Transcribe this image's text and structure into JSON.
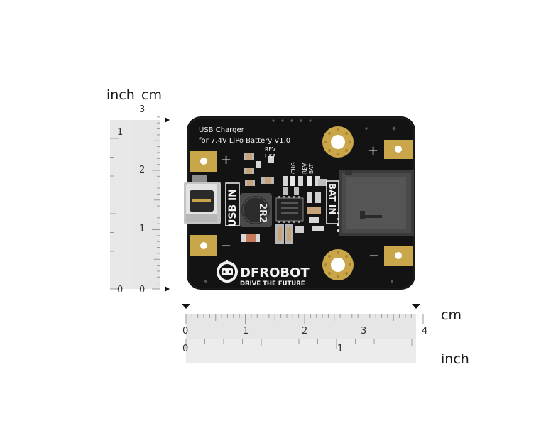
{
  "ruler_vertical": {
    "unit_left": "inch",
    "unit_right": "cm",
    "inch_ticks": [
      "1",
      "0"
    ],
    "cm_ticks": [
      "3",
      "2",
      "1",
      "0"
    ]
  },
  "ruler_horizontal": {
    "unit_top": "cm",
    "unit_bottom": "inch",
    "cm_ticks": [
      "0",
      "1",
      "2",
      "3",
      "4"
    ],
    "inch_ticks": [
      "0",
      "1"
    ]
  },
  "board": {
    "title_line1": "USB Charger",
    "title_line2": "for 7.4V LiPo Battery V1.0",
    "rev_usb_1": "REV",
    "rev_usb_2": "USB",
    "chg": "CHG",
    "rev_bat_1": "REV",
    "rev_bat_2": "BAT",
    "voltage": "7.4V",
    "bat_in": "BAT IN",
    "usb_in": "USB IN",
    "inductor": "2R2",
    "plus": "+",
    "minus": "−",
    "brand": "DFROBOT",
    "tagline": "DRIVE THE FUTURE"
  },
  "colors": {
    "pcb": "#131313",
    "gold": "#c9a64a",
    "ruler": "#e6e6e6",
    "silk": "#f2f2f2"
  }
}
